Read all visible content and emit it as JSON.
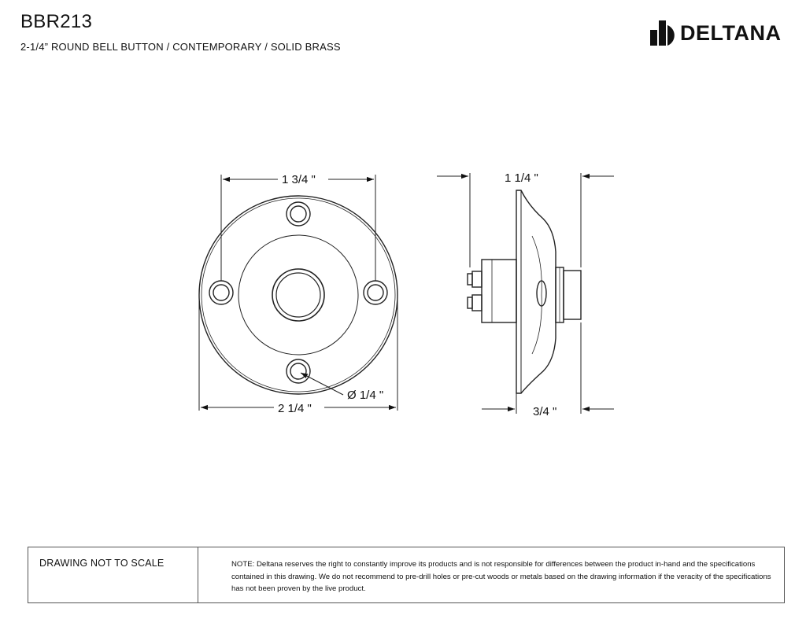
{
  "header": {
    "title": "BBR213",
    "subtitle": "2-1/4” ROUND BELL BUTTON / CONTEMPORARY / SOLID BRASS",
    "brand": "DELTANA"
  },
  "dimensions": {
    "hole_spacing": "1 3/4 \"",
    "diameter": "2 1/4 \"",
    "hole_diameter": "Ø 1/4 \"",
    "depth_total": "1 1/4 \"",
    "depth_front": "3/4 \""
  },
  "footer": {
    "scale_note": "DRAWING NOT TO SCALE",
    "note": "NOTE: Deltana reserves the right to constantly improve its products and is not responsible for differences between the product in-hand and the specifications contained in this drawing.  We do not recommend to pre-drill holes or pre-cut woods or metals based on the drawing information if the veracity of the specifications has not been proven by the live product."
  }
}
